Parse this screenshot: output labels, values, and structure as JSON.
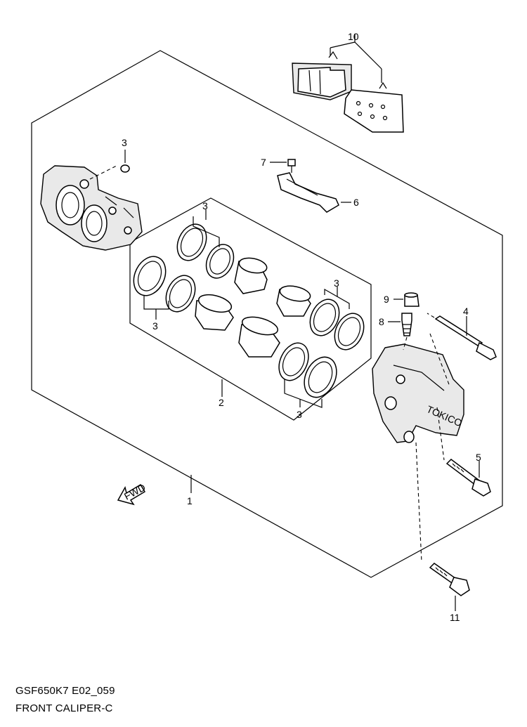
{
  "callouts": {
    "c1": "1",
    "c2": "2",
    "c3": "3",
    "c4": "4",
    "c5": "5",
    "c6": "6",
    "c7": "7",
    "c8": "8",
    "c9": "9",
    "c10": "10",
    "c11": "11"
  },
  "fwd_label": "FWD",
  "caliper_brand": "TOKICO",
  "footer": {
    "code": "GSF650K7 E02_059",
    "name": "FRONT CALIPER-C"
  }
}
